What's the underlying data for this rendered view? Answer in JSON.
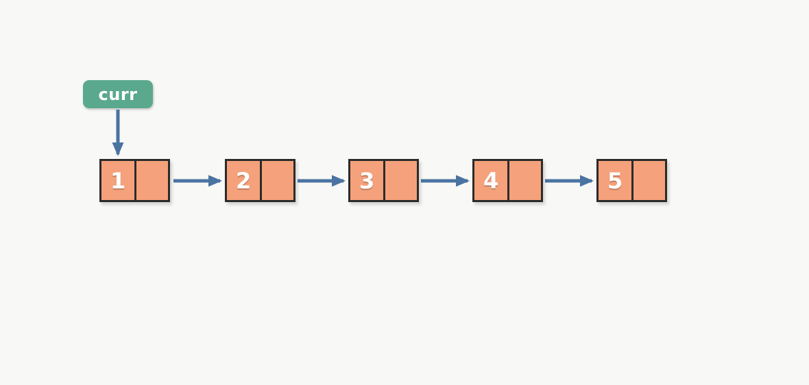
{
  "diagram": {
    "type": "singly-linked-list",
    "pointer_label": "curr",
    "nodes": [
      {
        "value": "1"
      },
      {
        "value": "2"
      },
      {
        "value": "3"
      },
      {
        "value": "4"
      },
      {
        "value": "5"
      }
    ]
  },
  "colors": {
    "background": "#f8f8f6",
    "node_fill": "#f5a17b",
    "node_border": "#2b2b2b",
    "node_text": "#ffffff",
    "arrow": "#4a73a2",
    "label_fill": "#5aa98f",
    "label_text": "#ffffff"
  }
}
